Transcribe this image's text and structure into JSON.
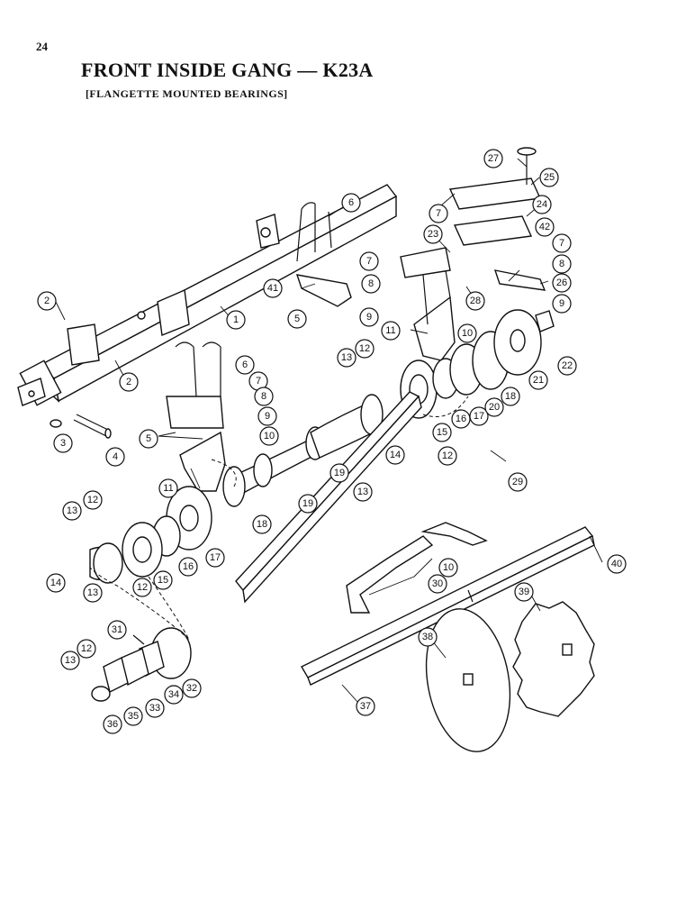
{
  "page": {
    "number": "24",
    "title": "FRONT INSIDE GANG — K23A",
    "subtitle": "[FLANGETTE MOUNTED BEARINGS]"
  },
  "callout_labels": {
    "c1": "1",
    "c2a": "2",
    "c2b": "2",
    "c3": "3",
    "c4": "4",
    "c5a": "5",
    "c5b": "5",
    "c6a": "6",
    "c6b": "6",
    "c7a": "7",
    "c7b": "7",
    "c7c": "7",
    "c7d": "7",
    "c8a": "8",
    "c8b": "8",
    "c8c": "8",
    "c9a": "9",
    "c9b": "9",
    "c9c": "9",
    "c10a": "10",
    "c10b": "10",
    "c10c": "10",
    "c11a": "11",
    "c11b": "11",
    "c12a": "12",
    "c12b": "12",
    "c12c": "12",
    "c12d": "12",
    "c12e": "12",
    "c13a": "13",
    "c13b": "13",
    "c13c": "13",
    "c13d": "13",
    "c13e": "13",
    "c14a": "14",
    "c14b": "14",
    "c15a": "15",
    "c15b": "15",
    "c16a": "16",
    "c16b": "16",
    "c17a": "17",
    "c17b": "17",
    "c18a": "18",
    "c18b": "18",
    "c19a": "19",
    "c19b": "19",
    "c20": "20",
    "c21": "21",
    "c22": "22",
    "c23": "23",
    "c24": "24",
    "c25": "25",
    "c26": "26",
    "c27": "27",
    "c28": "28",
    "c29": "29",
    "c30": "30",
    "c31": "31",
    "c32": "32",
    "c33": "33",
    "c34": "34",
    "c35": "35",
    "c36": "36",
    "c37": "37",
    "c38": "38",
    "c39": "39",
    "c40": "40",
    "c41": "41",
    "c42": "42"
  }
}
